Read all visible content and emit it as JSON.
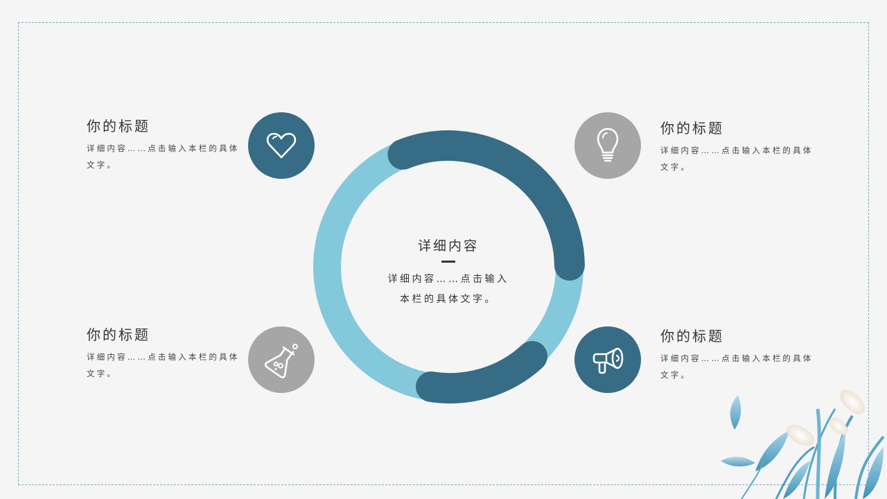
{
  "slide": {
    "center": {
      "title": "详细内容",
      "description": "详细内容……点击输入本栏的具体文字。"
    },
    "items": [
      {
        "position": "top-left",
        "title": "你的标题",
        "description": "详细内容……点击输入本栏的具体文字。",
        "icon": "heart-icon",
        "icon_bg": "#366c85"
      },
      {
        "position": "top-right",
        "title": "你的标题",
        "description": "详细内容……点击输入本栏的具体文字。",
        "icon": "lightbulb-icon",
        "icon_bg": "#a6a6a6"
      },
      {
        "position": "bottom-left",
        "title": "你的标题",
        "description": "详细内容……点击输入本栏的具体文字。",
        "icon": "flask-icon",
        "icon_bg": "#a6a6a6"
      },
      {
        "position": "bottom-right",
        "title": "你的标题",
        "description": "详细内容……点击输入本栏的具体文字。",
        "icon": "megaphone-icon",
        "icon_bg": "#366c85"
      }
    ],
    "colors": {
      "ring_light": "#84c8db",
      "ring_dark": "#366c85",
      "icon_gray": "#a6a6a6",
      "background": "#f5f5f5"
    }
  }
}
